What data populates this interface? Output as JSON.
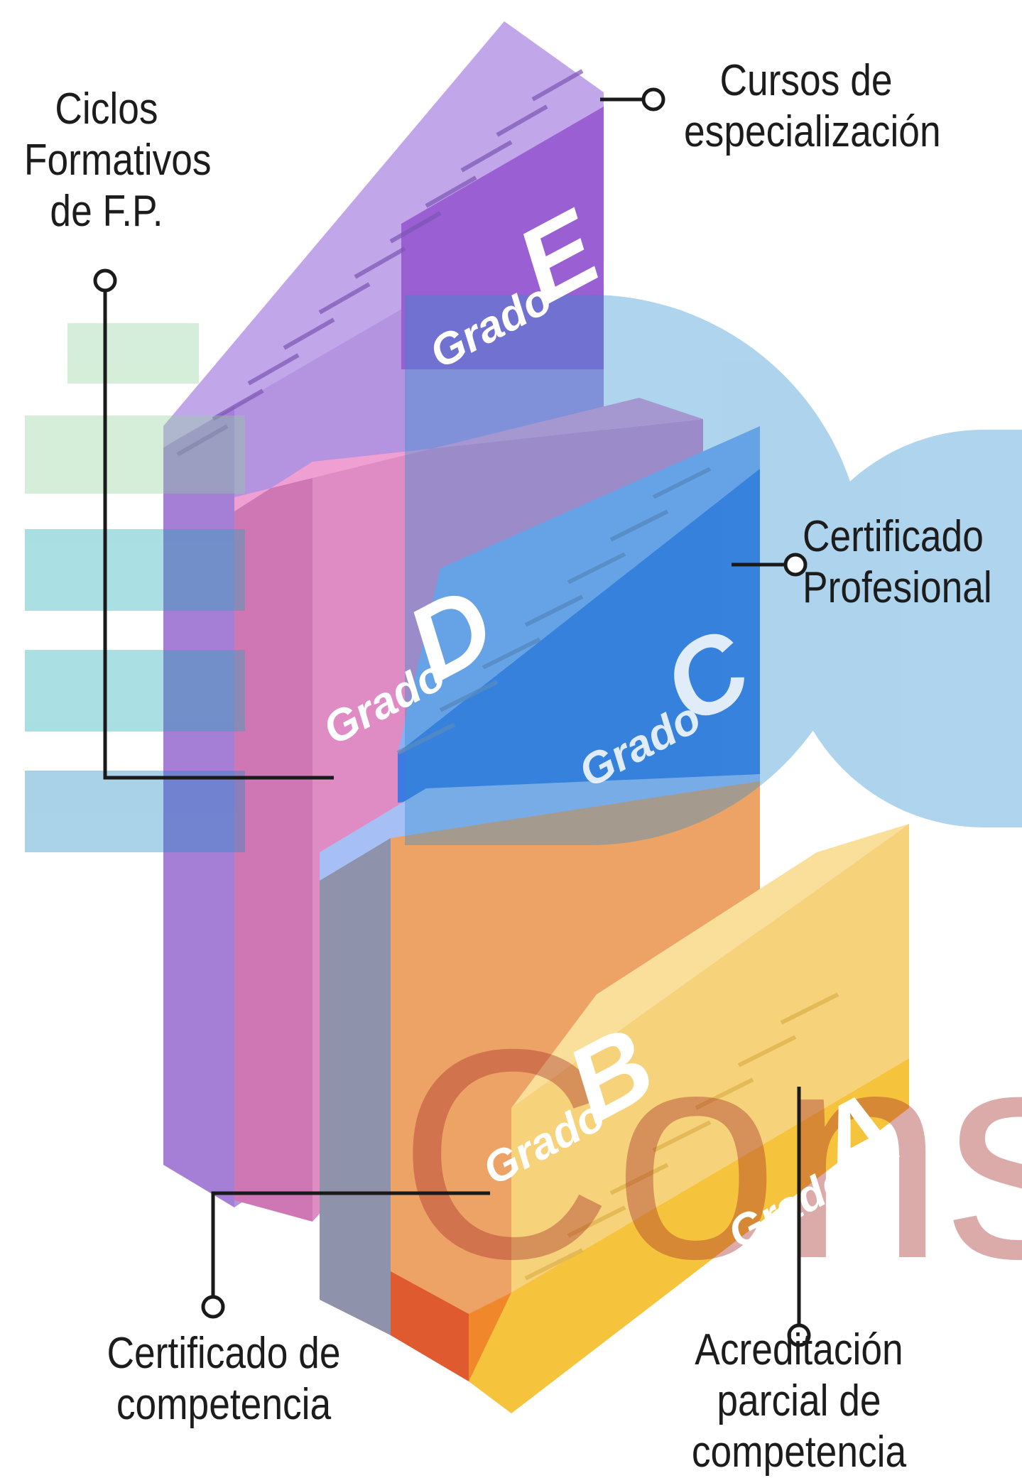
{
  "labels": {
    "ciclos": [
      "Ciclos",
      "Formativos",
      "de F.P."
    ],
    "cursos": [
      "Cursos de",
      "especialización"
    ],
    "certificado_profesional": [
      "Certificado",
      "Profesional"
    ],
    "certificado_competencia": [
      "Certificado de",
      "competencia"
    ],
    "acreditacion": [
      "Acreditación",
      "parcial de",
      "competencia"
    ]
  },
  "grades": [
    {
      "prefix": "Grado",
      "letter": "A"
    },
    {
      "prefix": "Grado",
      "letter": "B"
    },
    {
      "prefix": "Grado",
      "letter": "C"
    },
    {
      "prefix": "Grado",
      "letter": "D"
    },
    {
      "prefix": "Grado",
      "letter": "E"
    }
  ],
  "watermark": "Consu",
  "colors": {
    "grade_a": "#f6d27a",
    "grade_b": "#eda466",
    "grade_c": "#4a86e8",
    "grade_d": "#d97fc0",
    "grade_e": "#9a6fd8",
    "connector": "#1a1a1a",
    "watermark_blue": "#5aaed6",
    "watermark_green": "#8fd3a0",
    "watermark_red": "#b04a3a"
  }
}
